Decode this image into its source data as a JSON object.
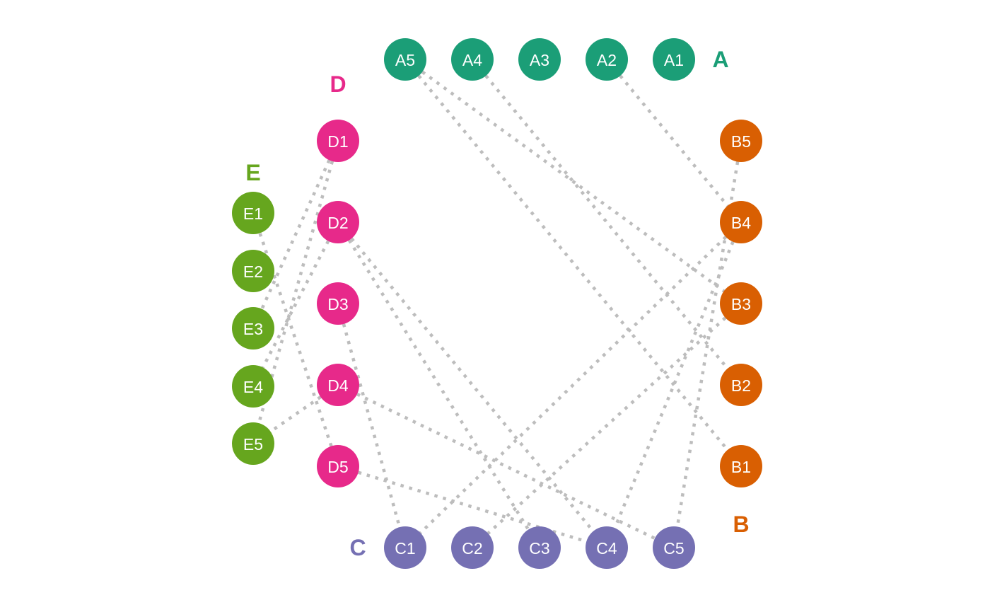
{
  "groups": [
    {
      "id": "A",
      "label": "A",
      "color": "#1b9e77"
    },
    {
      "id": "B",
      "label": "B",
      "color": "#d95f02"
    },
    {
      "id": "C",
      "label": "C",
      "color": "#7570b3"
    },
    {
      "id": "D",
      "label": "D",
      "color": "#e7298a"
    },
    {
      "id": "E",
      "label": "E",
      "color": "#66a61e"
    }
  ],
  "nodes": [
    {
      "id": "A1",
      "label": "A1",
      "group": "A"
    },
    {
      "id": "A2",
      "label": "A2",
      "group": "A"
    },
    {
      "id": "A3",
      "label": "A3",
      "group": "A"
    },
    {
      "id": "A4",
      "label": "A4",
      "group": "A"
    },
    {
      "id": "A5",
      "label": "A5",
      "group": "A"
    },
    {
      "id": "B1",
      "label": "B1",
      "group": "B"
    },
    {
      "id": "B2",
      "label": "B2",
      "group": "B"
    },
    {
      "id": "B3",
      "label": "B3",
      "group": "B"
    },
    {
      "id": "B4",
      "label": "B4",
      "group": "B"
    },
    {
      "id": "B5",
      "label": "B5",
      "group": "B"
    },
    {
      "id": "C1",
      "label": "C1",
      "group": "C"
    },
    {
      "id": "C2",
      "label": "C2",
      "group": "C"
    },
    {
      "id": "C3",
      "label": "C3",
      "group": "C"
    },
    {
      "id": "C4",
      "label": "C4",
      "group": "C"
    },
    {
      "id": "C5",
      "label": "C5",
      "group": "C"
    },
    {
      "id": "D1",
      "label": "D1",
      "group": "D"
    },
    {
      "id": "D2",
      "label": "D2",
      "group": "D"
    },
    {
      "id": "D3",
      "label": "D3",
      "group": "D"
    },
    {
      "id": "D4",
      "label": "D4",
      "group": "D"
    },
    {
      "id": "D5",
      "label": "D5",
      "group": "D"
    },
    {
      "id": "E1",
      "label": "E1",
      "group": "E"
    },
    {
      "id": "E2",
      "label": "E2",
      "group": "E"
    },
    {
      "id": "E3",
      "label": "E3",
      "group": "E"
    },
    {
      "id": "E4",
      "label": "E4",
      "group": "E"
    },
    {
      "id": "E5",
      "label": "E5",
      "group": "E"
    }
  ],
  "edges": [
    {
      "from": "A5",
      "to": "B3"
    },
    {
      "from": "A5",
      "to": "B1"
    },
    {
      "from": "A4",
      "to": "B2"
    },
    {
      "from": "A2",
      "to": "B4"
    },
    {
      "from": "B4",
      "to": "C1"
    },
    {
      "from": "B4",
      "to": "C4"
    },
    {
      "from": "B5",
      "to": "C5"
    },
    {
      "from": "B3",
      "to": "C2"
    },
    {
      "from": "D2",
      "to": "C3"
    },
    {
      "from": "D2",
      "to": "C4"
    },
    {
      "from": "D3",
      "to": "C1"
    },
    {
      "from": "D4",
      "to": "C5"
    },
    {
      "from": "D5",
      "to": "C4"
    },
    {
      "from": "D1",
      "to": "E3"
    },
    {
      "from": "D1",
      "to": "E5"
    },
    {
      "from": "D2",
      "to": "E4"
    },
    {
      "from": "D4",
      "to": "E5"
    },
    {
      "from": "D5",
      "to": "E1"
    }
  ],
  "edge_color": "#bdbdbd",
  "node_text_color": "#ffffff"
}
